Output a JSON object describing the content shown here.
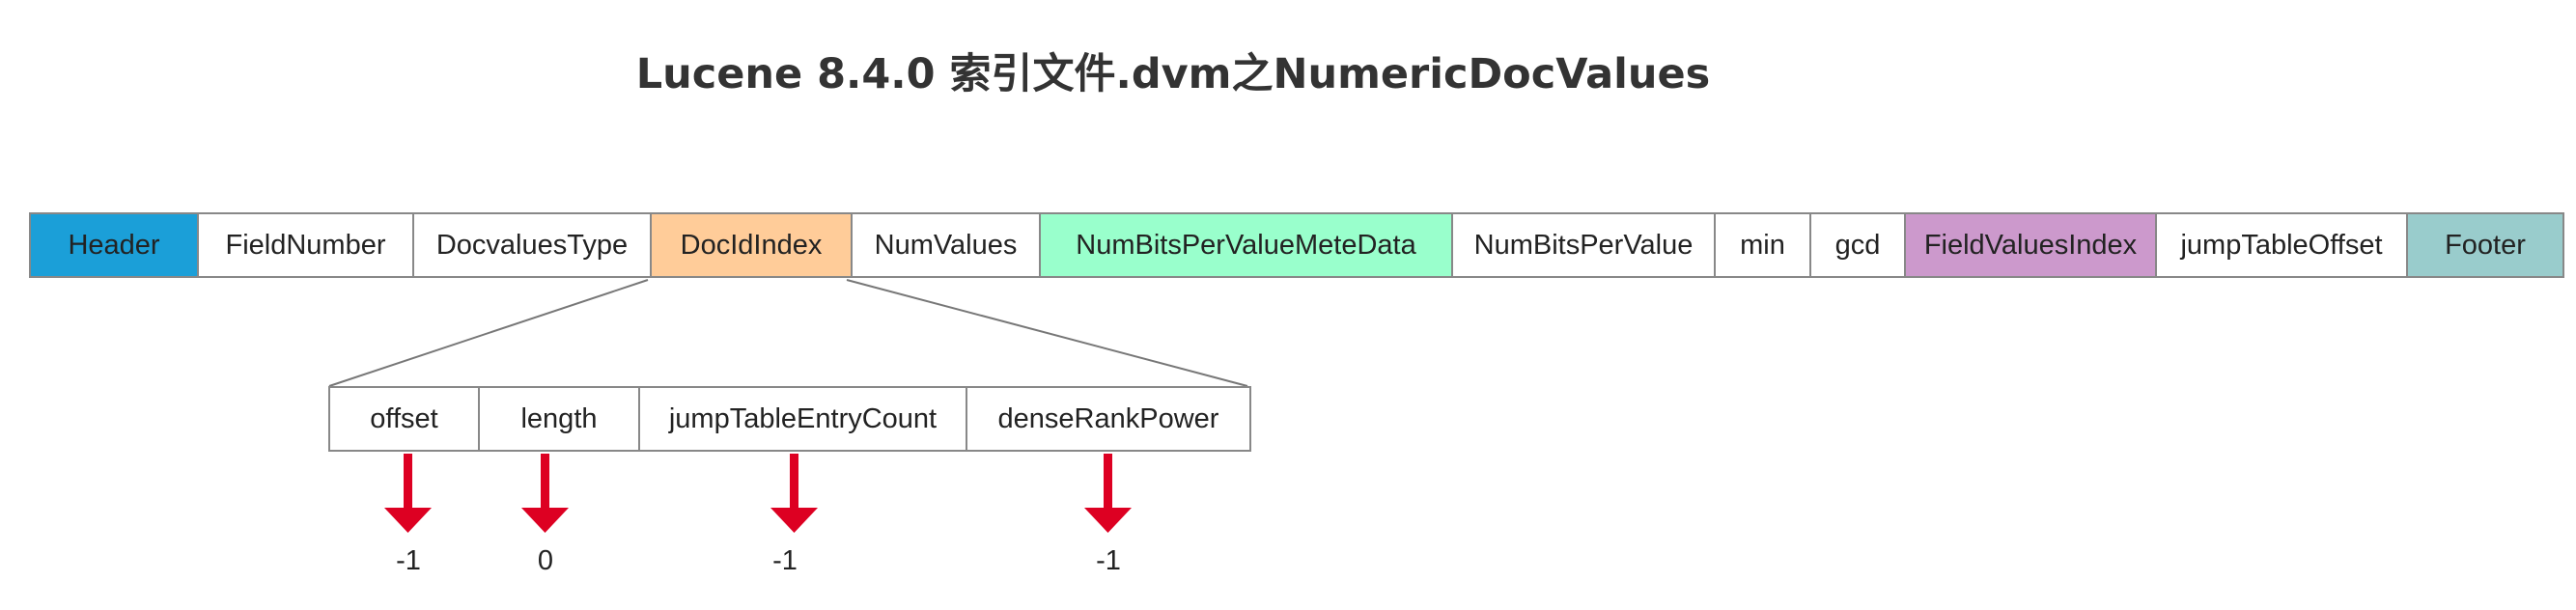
{
  "title": "Lucene 8.4.0 索引文件.dvm之NumericDocValues",
  "main_fields": [
    {
      "label": "Header",
      "color": "#1b9fd8"
    },
    {
      "label": "FieldNumber",
      "color": "#ffffff"
    },
    {
      "label": "DocvaluesType",
      "color": "#ffffff"
    },
    {
      "label": "DocIdIndex",
      "color": "#ffcc99"
    },
    {
      "label": "NumValues",
      "color": "#ffffff"
    },
    {
      "label": "NumBitsPerValueMeteData",
      "color": "#99ffcc"
    },
    {
      "label": "NumBitsPerValue",
      "color": "#ffffff"
    },
    {
      "label": "min",
      "color": "#ffffff"
    },
    {
      "label": "gcd",
      "color": "#ffffff"
    },
    {
      "label": "FieldValuesIndex",
      "color": "#cc99cc"
    },
    {
      "label": "jumpTableOffset",
      "color": "#ffffff"
    },
    {
      "label": "Footer",
      "color": "#99cccc"
    }
  ],
  "doc_id_index_fields": [
    {
      "label": "offset",
      "value": "-1"
    },
    {
      "label": "length",
      "value": "0"
    },
    {
      "label": "jumpTableEntryCount",
      "value": "-1"
    },
    {
      "label": "denseRankPower",
      "value": "-1"
    }
  ],
  "arrow_color": "#dd0022",
  "connector_color": "#777777"
}
